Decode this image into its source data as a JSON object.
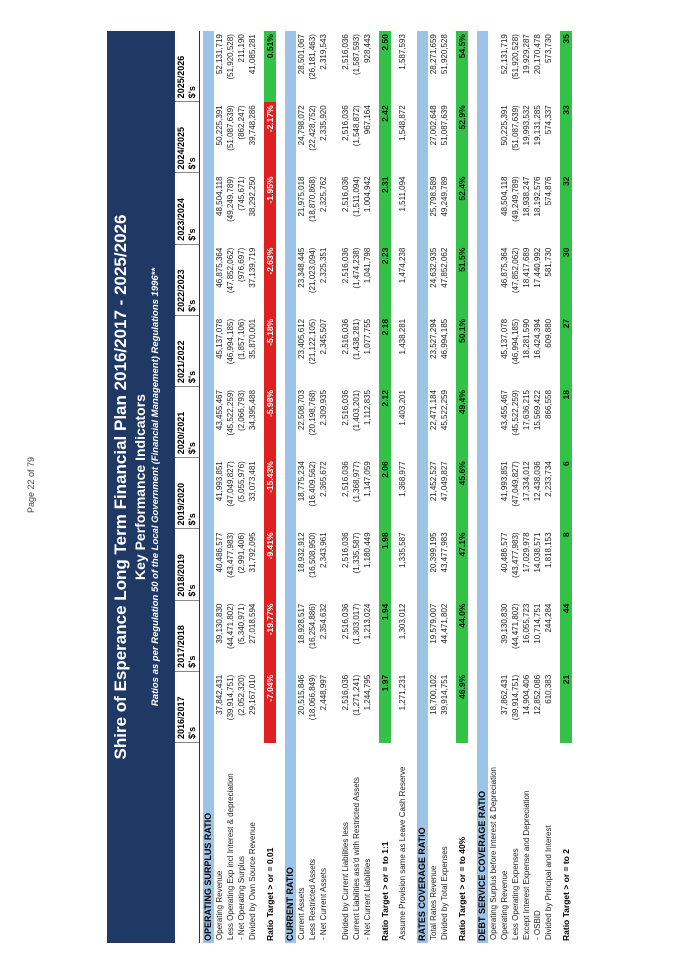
{
  "header": {
    "title": "Shire of Esperance Long Term Financial Plan 2016/2017 - 2025/2026",
    "subtitle": "Key Performance Indicators",
    "regulation": "Ratios as per Regulation 50 of the Local Government (Financial Management) Regulations 1996**"
  },
  "years": [
    {
      "label": "2016/2017",
      "unit": "$'s"
    },
    {
      "label": "2017/2018",
      "unit": "$'s"
    },
    {
      "label": "2018/2019",
      "unit": "$'s"
    },
    {
      "label": "2019/2020",
      "unit": "$'s"
    },
    {
      "label": "2020/2021",
      "unit": "$'s"
    },
    {
      "label": "2021/2022",
      "unit": "$'s"
    },
    {
      "label": "2022/2023",
      "unit": "$'s"
    },
    {
      "label": "2023/2024",
      "unit": "$'s"
    },
    {
      "label": "2024/2025",
      "unit": "$'s"
    },
    {
      "label": "2025/2026",
      "unit": "$'s"
    }
  ],
  "sections": [
    {
      "title": "OPERATING SURPLUS RATIO",
      "rows": [
        {
          "label": "Operating Revenue",
          "values": [
            "37,842,431",
            "39,130,830",
            "40,486,577",
            "41,993,851",
            "43,455,467",
            "45,137,078",
            "46,875,364",
            "48,504,118",
            "50,225,391",
            "52,131,719"
          ]
        },
        {
          "label": "Less Operating Exp incl Interest & depreciation",
          "values": [
            "(39,914,751)",
            "(44,471,802)",
            "(43,477,983)",
            "(47,049,827)",
            "(45,522,259)",
            "(46,994,185)",
            "(47,852,062)",
            "(49,249,789)",
            "(51,087,639)",
            "(51,920,528)"
          ]
        },
        {
          "label": "  - Net Operating Surplus",
          "values": [
            "(2,052,320)",
            "(5,340,971)",
            "(2,991,406)",
            "(5,055,976)",
            "(2,066,793)",
            "(1,857,106)",
            "(976,697)",
            "(745,671)",
            "(862,247)",
            "211,190"
          ]
        },
        {
          "label": "Divided by Own Source Revenue",
          "values": [
            "29,167,010",
            "27,018,594",
            "31,792,095",
            "33,073,481",
            "34,395,488",
            "35,870,001",
            "37,139,719",
            "38,292,250",
            "39,748,286",
            "41,085,281"
          ]
        }
      ],
      "ratio": {
        "label": "Ratio Target > or = 0.01",
        "values": [
          "-7.04%",
          "-19.77%",
          "-9.41%",
          "-15.43%",
          "-5.98%",
          "-5.18%",
          "-2.63%",
          "-1.95%",
          "-2.17%",
          "0.51%"
        ],
        "status": [
          "bad",
          "bad",
          "bad",
          "bad",
          "bad",
          "bad",
          "bad",
          "bad",
          "bad",
          "good"
        ]
      }
    },
    {
      "title": "CURRENT RATIO",
      "rows": [
        {
          "label": "Current Assets",
          "values": [
            "20,515,846",
            "18,928,517",
            "18,932,912",
            "18,775,234",
            "22,508,703",
            "23,405,612",
            "23,348,445",
            "21,975,018",
            "24,798,072",
            "28,501,067"
          ]
        },
        {
          "label": "Less Restricted Assets",
          "values": [
            "(18,066,849)",
            "(16,254,886)",
            "(16,508,950)",
            "(16,409,562)",
            "(20,198,768)",
            "(21,122,105)",
            "(21,023,094)",
            "(18,870,868)",
            "(22,428,752)",
            "(26,181,463)"
          ]
        },
        {
          "label": "  - Net Current Assets",
          "values": [
            "2,448,997",
            "2,354,632",
            "2,343,961",
            "2,365,672",
            "2,309,935",
            "2,345,507",
            "2,325,351",
            "2,325,762",
            "2,335,920",
            "2,319,543"
          ]
        },
        {
          "label": "",
          "values": [
            "",
            "",
            "",
            "",
            "",
            "",
            "",
            "",
            "",
            ""
          ]
        },
        {
          "label": "Divided by Current Liabilities less",
          "values": [
            "2,516,036",
            "2,516,036",
            "2,516,036",
            "2,516,036",
            "2,516,036",
            "2,516,036",
            "2,516,036",
            "2,516,036",
            "2,516,036",
            "2,516,036"
          ]
        },
        {
          "label": "Current Liabilities ass'd with Restricted Assets",
          "values": [
            "(1,271,241)",
            "(1,303,017)",
            "(1,335,587)",
            "(1,368,977)",
            "(1,403,201)",
            "(1,438,281)",
            "(1,474,238)",
            "(1,511,094)",
            "(1,548,872)",
            "(1,587,593)"
          ]
        },
        {
          "label": "  - Net Current Liabilities",
          "values": [
            "1,244,795",
            "1,213,024",
            "1,180,449",
            "1,147,059",
            "1,112,835",
            "1,077,755",
            "1,041,798",
            "1,004,942",
            "967,164",
            "928,443"
          ]
        }
      ],
      "ratio": {
        "label": "Ratio Target > or = to 1:1",
        "values": [
          "1.97",
          "1.94",
          "1.98",
          "2.06",
          "2.12",
          "2.18",
          "2.23",
          "2.31",
          "2.42",
          "2.50"
        ],
        "status": [
          "good",
          "good",
          "good",
          "good",
          "good",
          "good",
          "good",
          "good",
          "good",
          "good"
        ]
      },
      "extra": {
        "label": "Assume Provision same as Leave Cash Reserve",
        "values": [
          "1,271,231",
          "1,303,012",
          "1,335,587",
          "1,368,977",
          "1,403,201",
          "1,438,281",
          "1,474,238",
          "1,511,094",
          "1,548,872",
          "1,587,593"
        ]
      }
    },
    {
      "title": "RATES COVERAGE RATIO",
      "rows": [
        {
          "label": "Total Rates Revenue",
          "values": [
            "18,700,102",
            "19,579,007",
            "20,399,195",
            "21,452,527",
            "22,471,184",
            "23,527,294",
            "24,632,935",
            "25,798,589",
            "27,002,648",
            "28,271,659"
          ]
        },
        {
          "label": "Divided by Total Expenses",
          "values": [
            "39,914,751",
            "44,471,802",
            "43,477,983",
            "47,049,827",
            "45,522,259",
            "46,994,185",
            "47,852,062",
            "49,249,789",
            "51,087,639",
            "51,920,528"
          ]
        }
      ],
      "ratio": {
        "label": "Ratio Target > or = to 40%",
        "values": [
          "46.9%",
          "44.0%",
          "47.1%",
          "45.6%",
          "49.4%",
          "50.1%",
          "51.5%",
          "52.4%",
          "52.9%",
          "54.5%"
        ],
        "status": [
          "good",
          "good",
          "good",
          "good",
          "good",
          "good",
          "good",
          "good",
          "good",
          "good"
        ]
      }
    },
    {
      "title": "DEBT SERVICE COVERAGE RATIO",
      "rows": [
        {
          "label": "Operating Surplus before Interest & Depreciation",
          "values": [
            "",
            "",
            "",
            "",
            "",
            "",
            "",
            "",
            "",
            ""
          ]
        },
        {
          "label": "  Operating Revenue",
          "values": [
            "37,862,431",
            "39,130,830",
            "40,486,577",
            "41,993,851",
            "43,455,467",
            "45,137,078",
            "46,875,364",
            "48,504,118",
            "50,225,391",
            "52,131,719"
          ]
        },
        {
          "label": "Less Operating Expenses",
          "values": [
            "(39,914,751)",
            "(44,471,802)",
            "(43,477,983)",
            "(47,049,827)",
            "(45,522,259)",
            "(46,994,185)",
            "(47,852,062)",
            "(49,249,789)",
            "(51,087,639)",
            "(51,920,528)"
          ]
        },
        {
          "label": "Except Interest Expense and Depreciation",
          "values": [
            "14,904,406",
            "16,055,723",
            "17,029,978",
            "17,334,012",
            "17,636,215",
            "18,281,590",
            "18,417,689",
            "18,938,247",
            "19,993,532",
            "19,929,287"
          ]
        },
        {
          "label": "  - OSBID",
          "values": [
            "12,852,086",
            "10,714,751",
            "14,038,571",
            "12,438,036",
            "15,569,422",
            "16,424,394",
            "17,440,992",
            "18,192,576",
            "19,131,285",
            "20,170,478"
          ]
        },
        {
          "label": "Divided by Principal and Interest",
          "values": [
            "610,383",
            "244,284",
            "1,818,153",
            "2,233,734",
            "866,558",
            "609,880",
            "581,730",
            "574,876",
            "574,337",
            "573,730"
          ]
        }
      ],
      "ratio": {
        "label": "Ratio Target > or = to 2",
        "values": [
          "21",
          "44",
          "8",
          "6",
          "18",
          "27",
          "30",
          "32",
          "33",
          "35"
        ],
        "status": [
          "good",
          "good",
          "good",
          "good",
          "good",
          "good",
          "good",
          "good",
          "good",
          "good"
        ]
      }
    }
  ],
  "footer": {
    "page": "Page 22 of 79"
  }
}
